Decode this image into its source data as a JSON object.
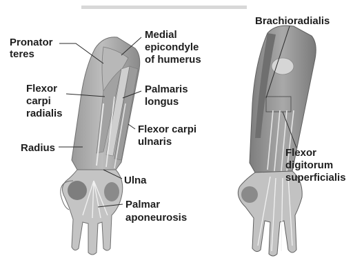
{
  "labels": {
    "pronator_teres": [
      "Pronator",
      "teres"
    ],
    "medial_epicondyle": [
      "Medial",
      "epicondyle",
      "of humerus"
    ],
    "flexor_carpi_radialis": [
      "Flexor",
      "carpi",
      "radialis"
    ],
    "palmaris_longus": [
      "Palmaris",
      "longus"
    ],
    "flexor_carpi_ulnaris": [
      "Flexor carpi",
      "ulnaris"
    ],
    "radius": [
      "Radius"
    ],
    "ulna": [
      "Ulna"
    ],
    "palmar_aponeurosis": [
      "Palmar",
      "aponeurosis"
    ],
    "brachioradialis": [
      "Brachioradialis"
    ],
    "flexor_digitorum_superficialis": [
      "Flexor",
      "digitorum",
      "superficialis"
    ]
  },
  "colors": {
    "label_text": "#1e1e1e",
    "leader_line": "#2a2a2a",
    "skin": "#c9c9c9",
    "muscle_dark": "#8c8c8c",
    "muscle_mid": "#a8a8a8",
    "tendon": "#e4e4e4"
  }
}
